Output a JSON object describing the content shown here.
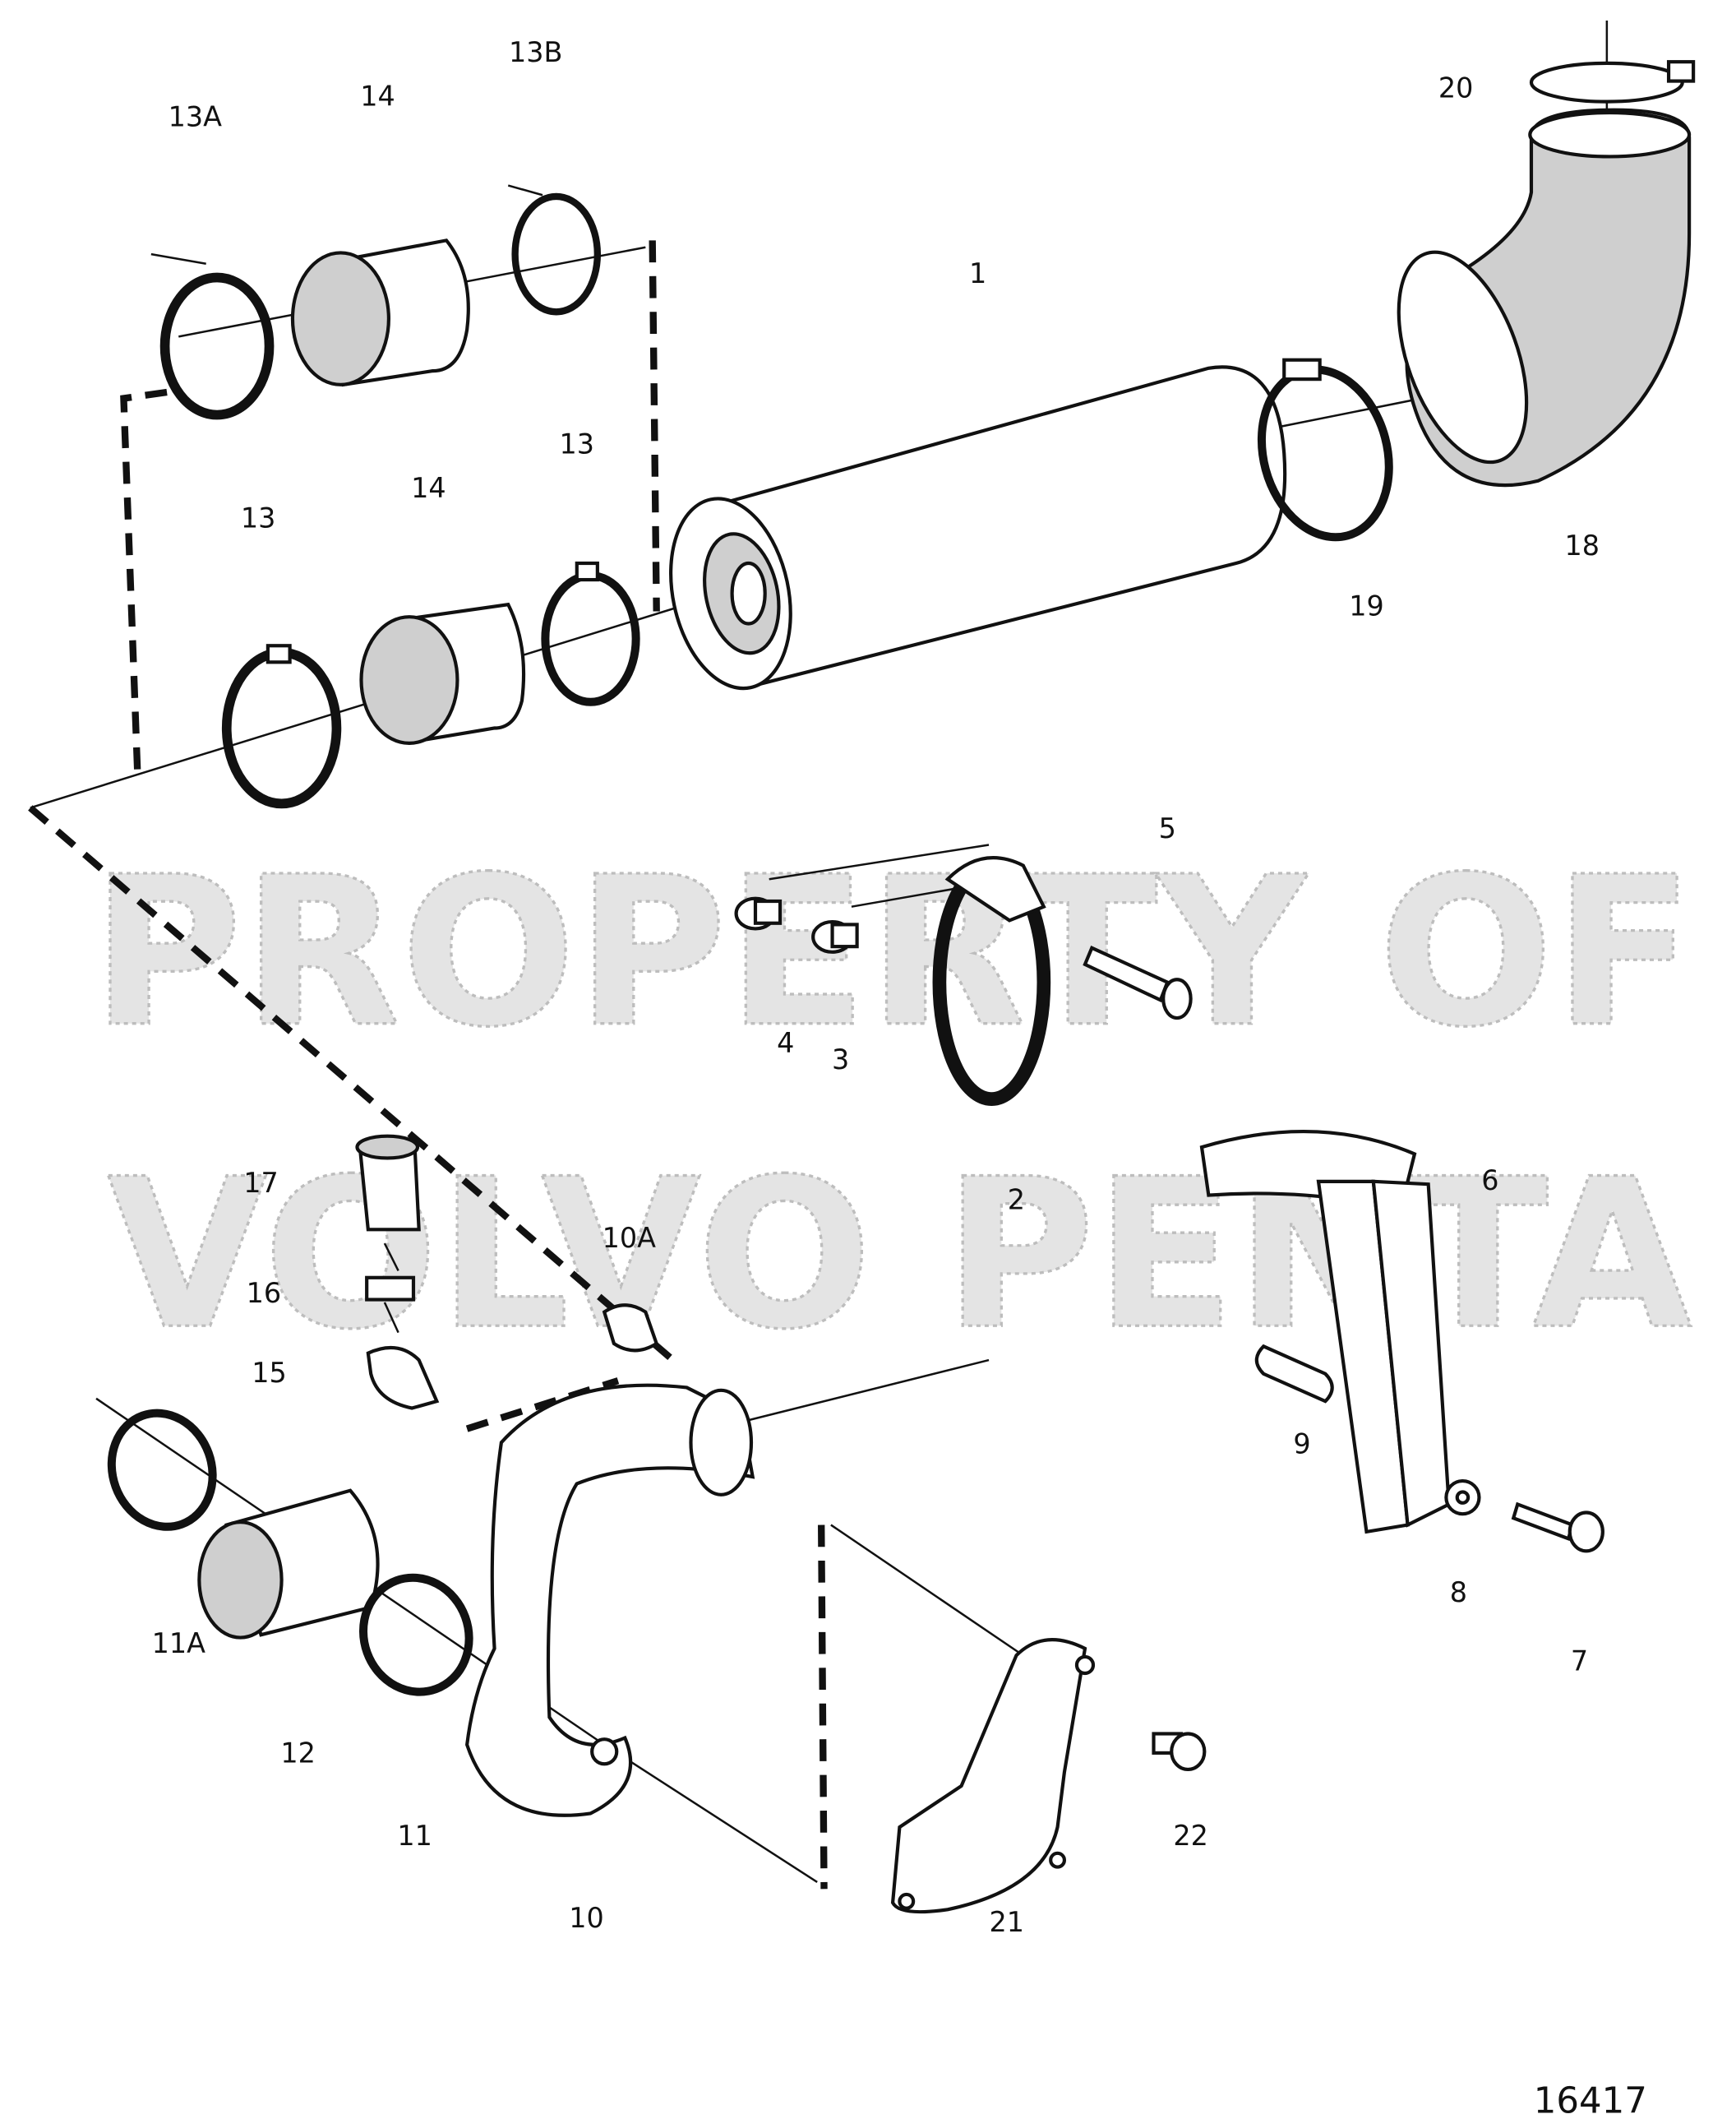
{
  "diagram": {
    "watermark": [
      "PROPERTY OF",
      "VOLVO PENTA"
    ],
    "drawing_number": "16417",
    "callouts": [
      "13B",
      "14",
      "13A",
      "20",
      "1",
      "13",
      "13",
      "14",
      "19",
      "18",
      "5",
      "4",
      "3",
      "2",
      "6",
      "17",
      "16",
      "10A",
      "15",
      "9",
      "8",
      "7",
      "11A",
      "12",
      "11",
      "22",
      "10",
      "21"
    ]
  }
}
